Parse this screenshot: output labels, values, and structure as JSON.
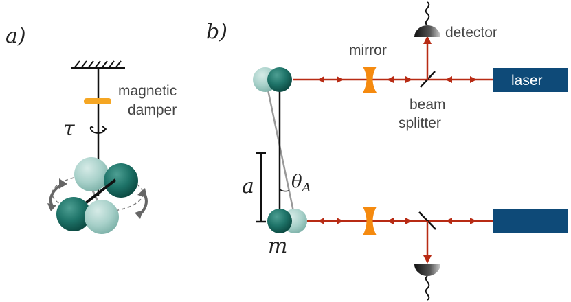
{
  "panels": {
    "a": {
      "label": "a)",
      "labels": {
        "magnetic": "magnetic",
        "damper": "damper",
        "torque": "τ"
      }
    },
    "b": {
      "label": "b)",
      "labels": {
        "mirror": "mirror",
        "detector": "detector",
        "laser": "laser",
        "beam": "beam",
        "splitter": "splitter",
        "distance": "a",
        "angle_main": "θ",
        "angle_sub": "A",
        "mass": "m"
      }
    }
  },
  "colors": {
    "sphere_dark": "#1e7368",
    "sphere_light": "#9dc9c1",
    "beam": "#b82b14",
    "mirror": "#f58a0f",
    "laser": "#0e4a78",
    "damper": "#f5a623",
    "arrow_gray": "#666666"
  },
  "icons": [
    "ceiling-hatch-icon",
    "torque-arrow-icon",
    "rotation-arrow-icon",
    "detector-icon",
    "signal-squiggle-icon"
  ]
}
